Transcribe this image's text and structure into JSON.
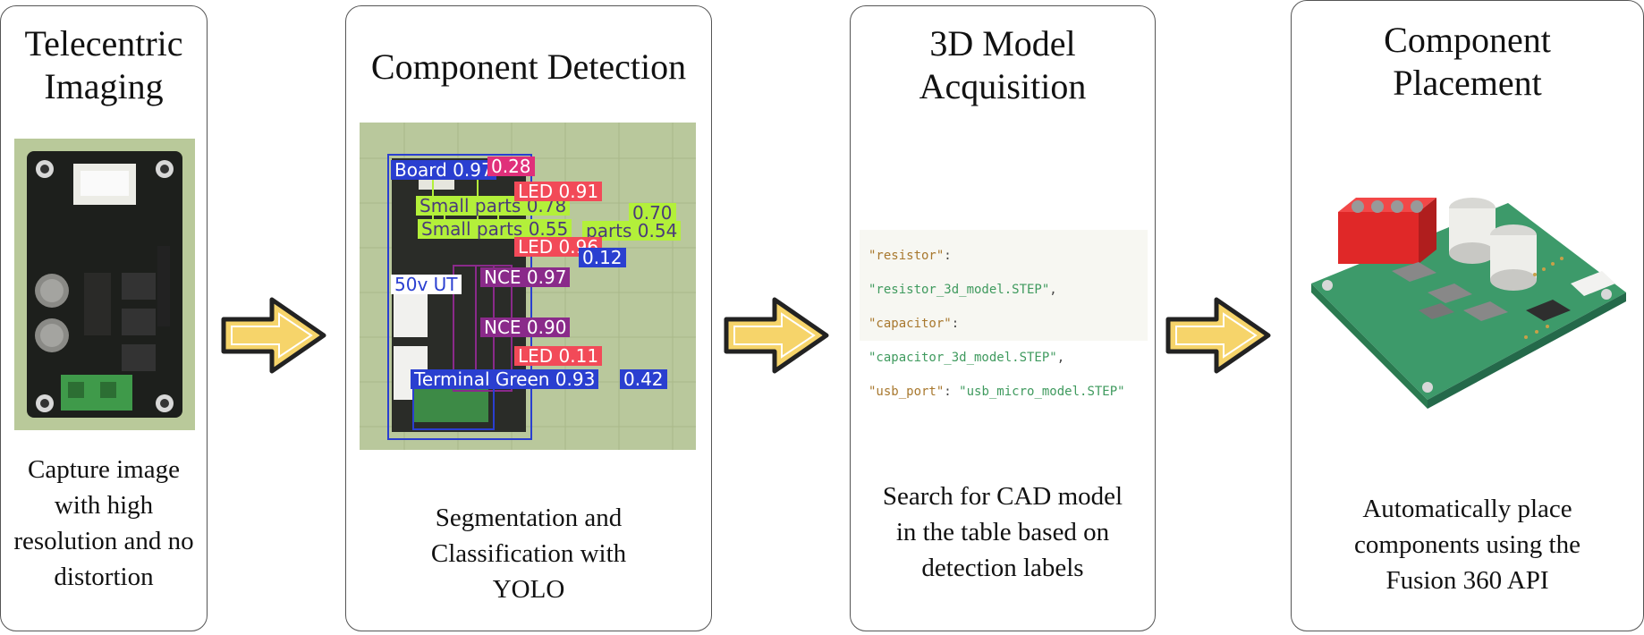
{
  "panels": [
    {
      "title": "Telecentric Imaging",
      "description": "Capture image with high resolution and no distortion",
      "image": "pcb-board-photo"
    },
    {
      "title": "Component Detection",
      "description": "Segmentation and Classification with YOLO",
      "image": "yolo-detection-output",
      "detections": [
        {
          "label": "Board 0.97",
          "color": "#2a3fd0"
        },
        {
          "label": "0.28",
          "color": "#e0307a"
        },
        {
          "label": "Small parts 0.78",
          "color": "#b3f03a"
        },
        {
          "label": "Small parts 0.55",
          "color": "#b3f03a"
        },
        {
          "label": "parts 0.54",
          "color": "#b3f03a"
        },
        {
          "label": "0.70",
          "color": "#b3f03a"
        },
        {
          "label": "LED 0.91",
          "color": "#f24a58"
        },
        {
          "label": "LED 0.96",
          "color": "#f24a58"
        },
        {
          "label": "LED 0.11",
          "color": "#f24a58"
        },
        {
          "label": "0.12",
          "color": "#2a3fd0"
        },
        {
          "label": "50v UT",
          "color": "#ffffff"
        },
        {
          "label": "NCE 0.97",
          "color": "#8a2a8a"
        },
        {
          "label": "NCE 0.90",
          "color": "#8a2a8a"
        },
        {
          "label": "Terminal Green 0.93",
          "color": "#2a3fd0"
        },
        {
          "label": "0.42",
          "color": "#2a3fd0"
        }
      ]
    },
    {
      "title": "3D Model Acquisition",
      "description": "Search for CAD model in the table based on detection labels",
      "table": [
        {
          "key": "\"resistor\"",
          "value": "\"resistor_3d_model.STEP\"",
          "sep": ","
        },
        {
          "key": "\"capacitor\"",
          "value": "\"capacitor_3d_model.STEP\"",
          "sep": ","
        },
        {
          "key": "\"usb_port\"",
          "value": "\"usb_micro_model.STEP\"",
          "sep": ""
        }
      ]
    },
    {
      "title": "Component Placement",
      "description": "Automatically place components using the Fusion 360 API",
      "image": "3d-pcb-render"
    }
  ],
  "arrows": [
    "arrow-right-icon",
    "arrow-right-icon",
    "arrow-right-icon"
  ],
  "colors": {
    "arrow_fill": "#f6d46a",
    "arrow_stroke": "#222222",
    "pcb_green": "#3d9a6a",
    "terminal_red": "#e02828"
  }
}
